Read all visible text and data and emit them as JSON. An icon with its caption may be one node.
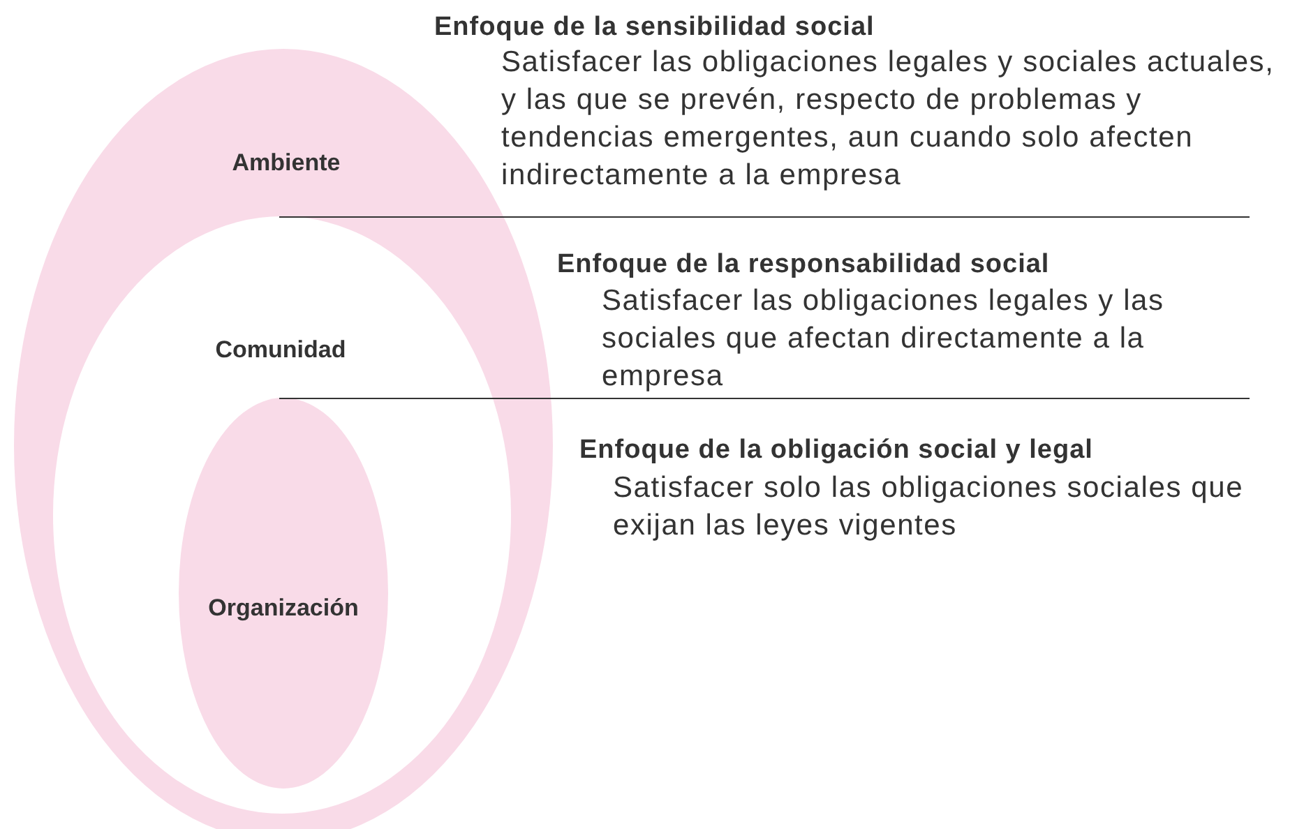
{
  "diagram": {
    "nodes": [
      {
        "text": [
          "Ambiente"
        ]
      },
      {
        "text": [
          "Comunidad"
        ],
        "in": 0
      },
      {
        "text": [
          "Organización"
        ],
        "in": 1
      }
    ],
    "edges": [],
    "labels": [
      "Enfoque de la sensibilidad social",
      "Satisfacer las obligaciones legales y sociales actuales, y las que se prevén, respecto de problemas y tendencias emergentes, aun cuando solo afecten indirectamente a la empresa",
      "Enfoque de la responsabilidad social",
      "Satisfacer las obligaciones legales y las sociales que afectan directamente a la empresa",
      "Enfoque de la obligación social y legal",
      "Satisfacer solo las obligaciones sociales que exijan las leyes vigentes"
    ]
  }
}
